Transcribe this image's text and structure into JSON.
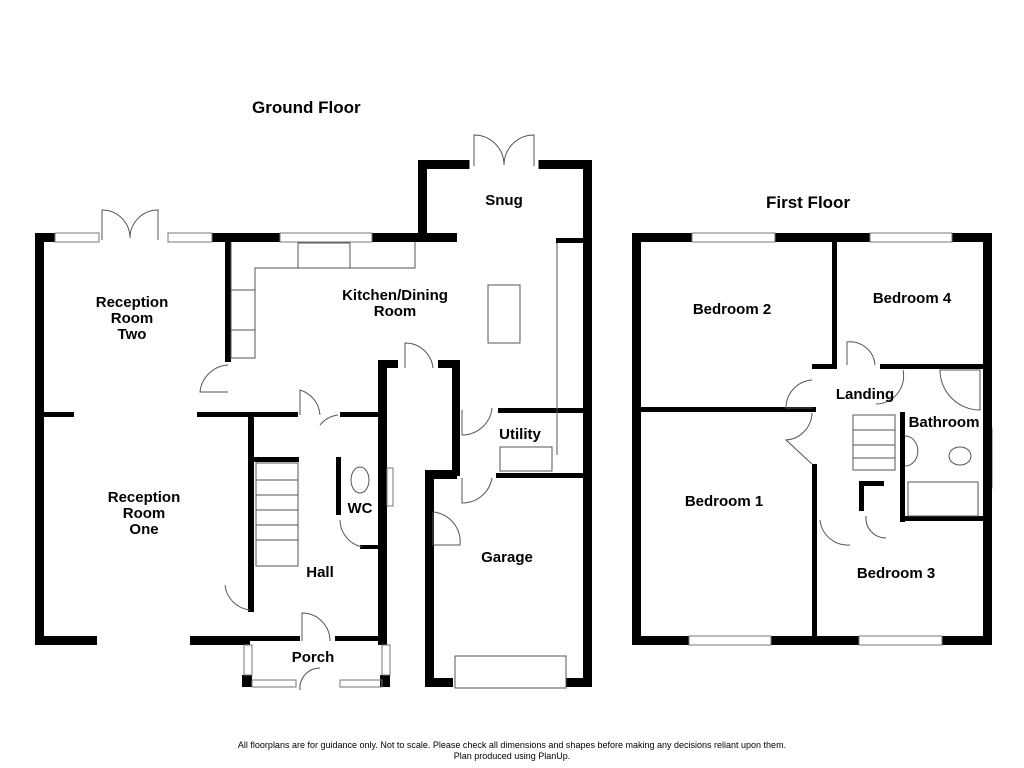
{
  "ground_floor": {
    "title": "Ground Floor",
    "rooms": {
      "reception_two": "Reception\nRoom\nTwo",
      "reception_one": "Reception\nRoom\nOne",
      "kitchen": "Kitchen/Dining\nRoom",
      "snug": "Snug",
      "utility": "Utility",
      "wc": "WC",
      "hall": "Hall",
      "porch": "Porch",
      "garage": "Garage"
    }
  },
  "first_floor": {
    "title": "First Floor",
    "rooms": {
      "bedroom_1": "Bedroom 1",
      "bedroom_2": "Bedroom 2",
      "bedroom_3": "Bedroom 3",
      "bedroom_4": "Bedroom 4",
      "landing": "Landing",
      "bathroom": "Bathroom"
    }
  },
  "footer": {
    "line1": "All floorplans are for guidance only. Not to scale. Please check all dimensions and shapes before making any decisions reliant upon them.",
    "line2": "Plan produced using PlanUp."
  },
  "colors": {
    "wall": "#000000",
    "background": "#ffffff",
    "fixture": "#555555"
  }
}
